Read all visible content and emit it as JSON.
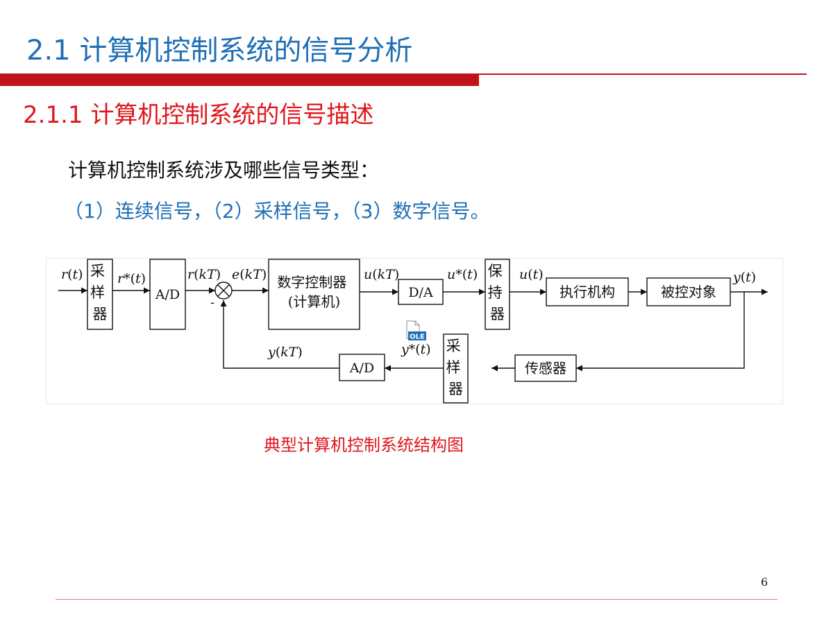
{
  "slide": {
    "title": "2.1  计算机控制系统的信号分析",
    "subtitle": "2.1.1  计算机控制系统的信号描述",
    "question": "计算机控制系统涉及哪些信号类型：",
    "answer": "（1）连续信号，（2）采样信号，（3）数字信号。",
    "caption": "典型计算机控制系统结构图",
    "page_number": "6"
  },
  "diagram": {
    "blocks": {
      "sampler1": [
        "采",
        "样",
        "器"
      ],
      "ad1": "A/D",
      "controller": [
        "数字控制器",
        "(计算机)"
      ],
      "da": "D/A",
      "holder": [
        "保",
        "持",
        "器"
      ],
      "actuator": "执行机构",
      "plant": "被控对象",
      "sensor": "传感器",
      "sampler2": [
        "采",
        "样",
        "器"
      ],
      "ad2": "A/D"
    },
    "signals": {
      "r_t": [
        "r",
        "(",
        "t",
        ")"
      ],
      "r_star_t": [
        "r",
        "*(",
        "t",
        ")"
      ],
      "r_kT": [
        "r",
        "(",
        "kT",
        ")"
      ],
      "e_kT": [
        "e",
        "(",
        "kT",
        ")"
      ],
      "u_kT": [
        "u",
        "(",
        "kT",
        ")"
      ],
      "u_star_t": [
        "u",
        "*(",
        "t",
        ")"
      ],
      "u_t": [
        "u",
        "(",
        "t",
        ")"
      ],
      "y_t": [
        "y",
        "(",
        "t",
        ")"
      ],
      "y_kT": [
        "y",
        "(",
        "kT",
        ")"
      ],
      "y_star_t": [
        "y",
        "*(",
        "t",
        ")"
      ]
    },
    "minus_sign": "-",
    "ole_badge": "OLE",
    "colors": {
      "line": "#111111",
      "ole": "#1f6fb5"
    }
  }
}
